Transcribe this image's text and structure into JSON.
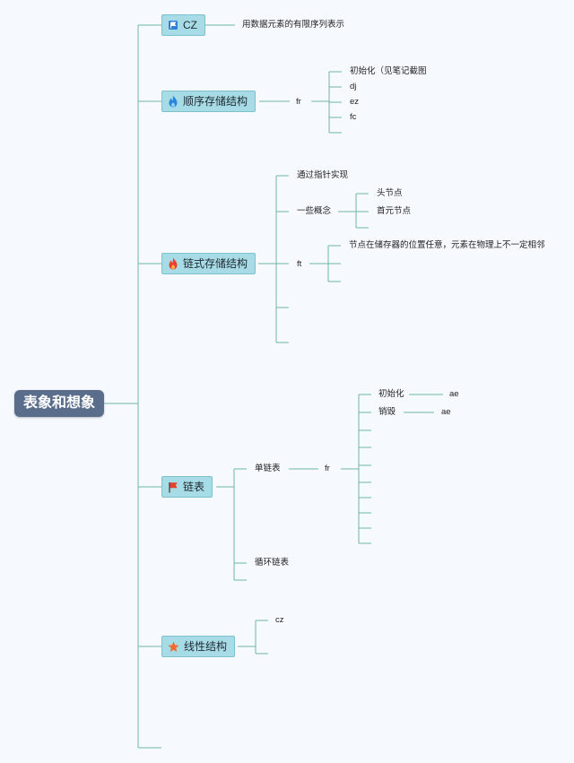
{
  "root": {
    "label": "表象和想象"
  },
  "cz": {
    "label": "CZ",
    "icon": "flag-icon",
    "desc": "用数据元素的有限序列表示"
  },
  "seq": {
    "label": "顺序存储结构",
    "icon": "flame-blue-icon",
    "sub": "fr",
    "items": [
      "初始化（见笔记截图",
      "dj",
      "ez",
      "fc"
    ]
  },
  "chain": {
    "label": "链式存储结构",
    "icon": "flame-red-icon",
    "impl": "通过指针实现",
    "concepts": {
      "label": "一些概念",
      "items": [
        "头节点",
        "首元节点"
      ]
    },
    "ft": {
      "label": "ft",
      "desc": "节点在储存器的位置任意，元素在物理上不一定相邻"
    }
  },
  "list": {
    "label": "链表",
    "icon": "red-flag-icon",
    "single": {
      "label": "单链表",
      "sub": "fr",
      "items": [
        {
          "label": "初始化",
          "note": "ae"
        },
        {
          "label": "销毁",
          "note": "ae"
        }
      ]
    },
    "circular": "循环链表"
  },
  "linear": {
    "label": "线性结构",
    "icon": "star-icon",
    "sub": "cz"
  },
  "colors": {
    "line": "#6fb5a5",
    "root_bg": "#5a6e8c",
    "main_bg": "#a7dbe6"
  }
}
